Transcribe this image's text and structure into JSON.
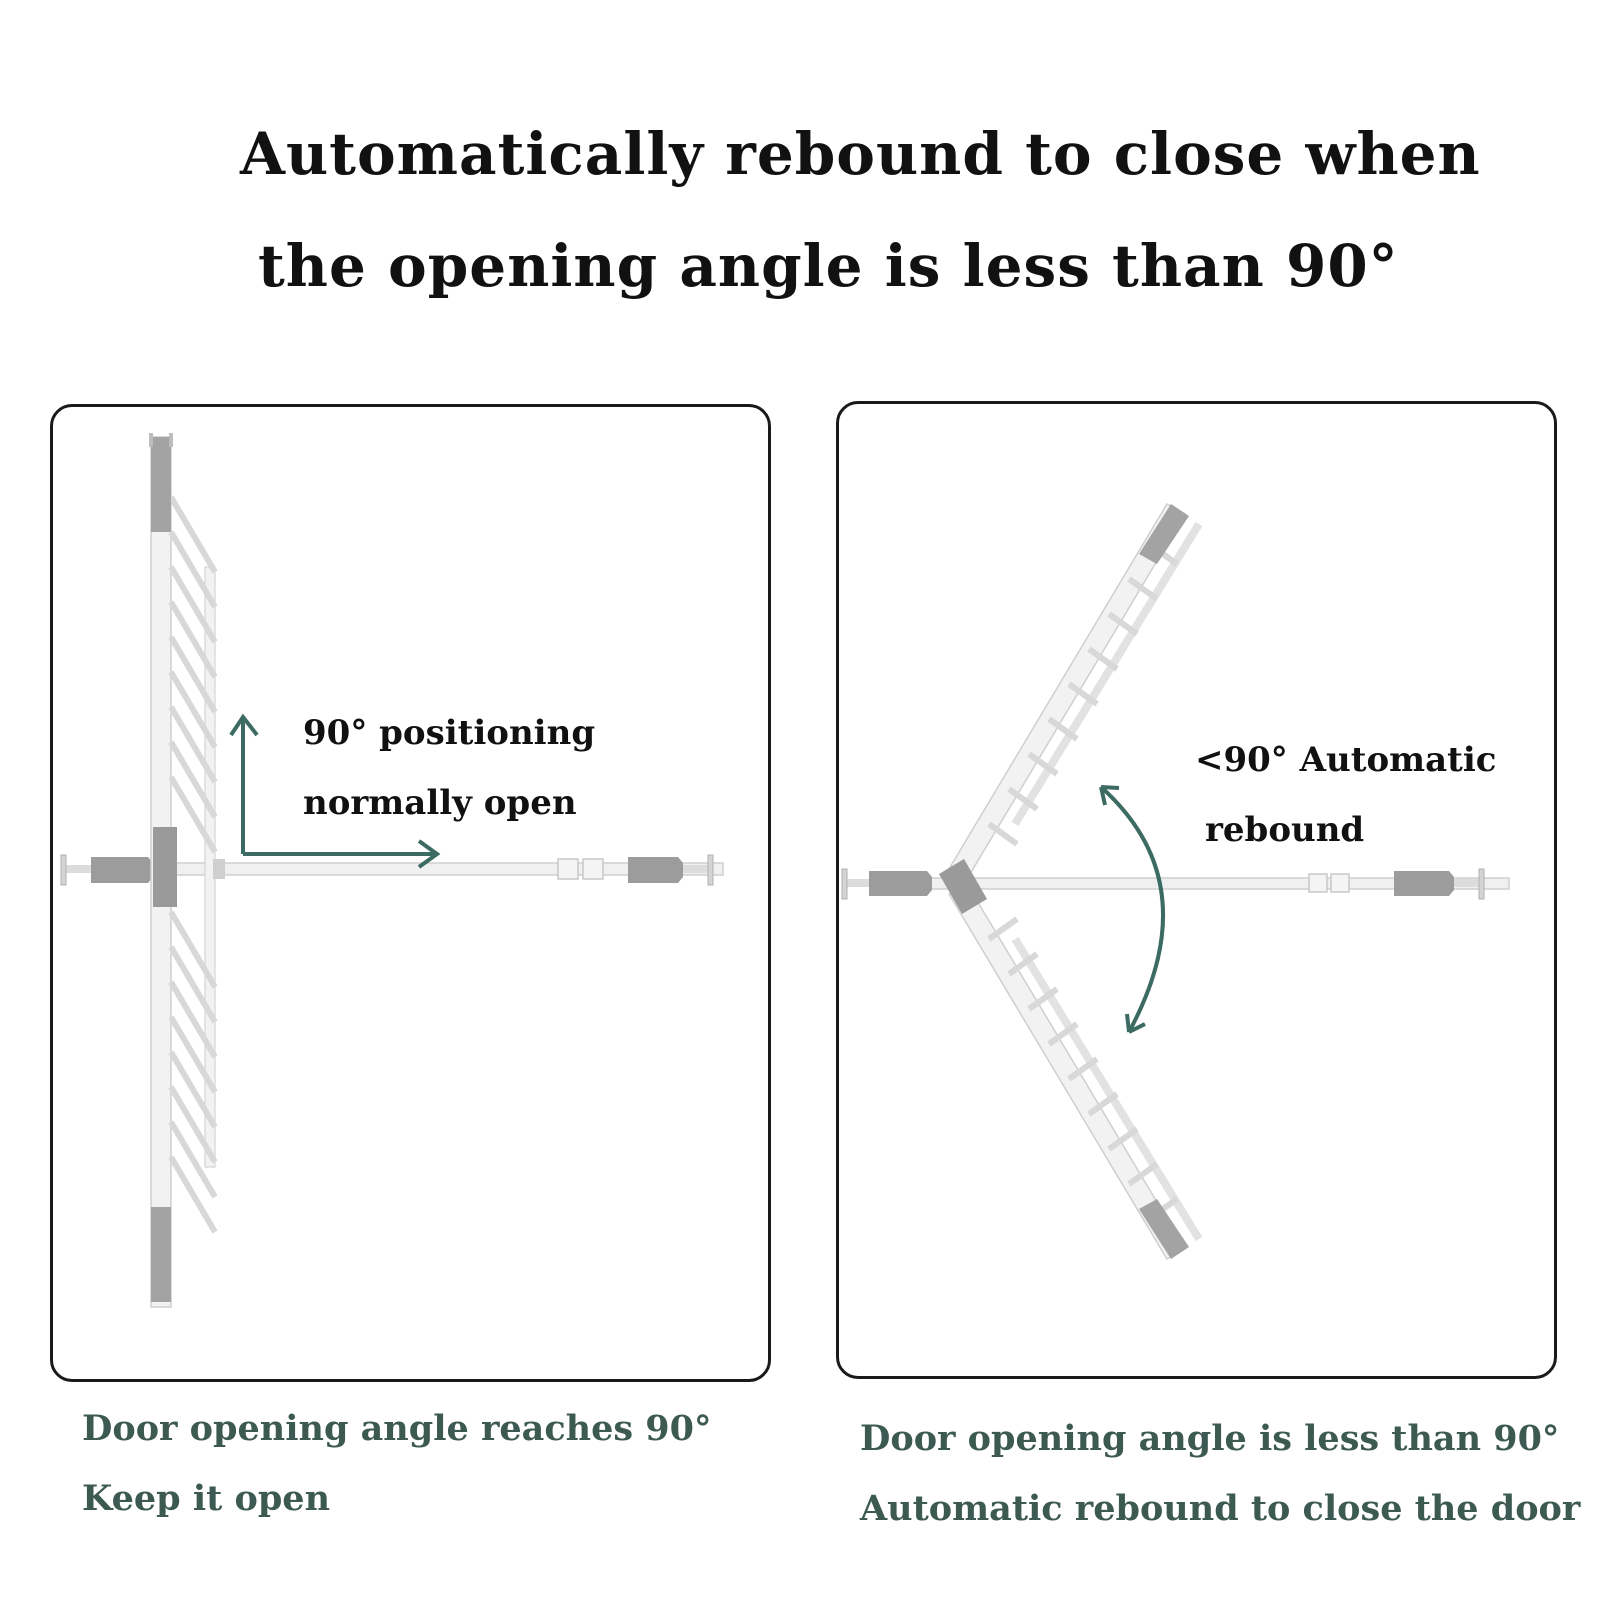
{
  "title": {
    "line1": "Automatically rebound to close when",
    "line2": "the opening angle is less than 90°"
  },
  "left_panel": {
    "label_line1": "90°  positioning",
    "label_line2": "normally open",
    "caption_line1": "Door opening angle reaches 90°",
    "caption_line2": "Keep it open"
  },
  "right_panel": {
    "label_line1": "<90°  Automatic",
    "label_line2": "rebound",
    "caption_line1": "Door opening angle is less than 90°",
    "caption_line2": "Automatic rebound to close the door"
  },
  "colors": {
    "title": "#111111",
    "caption": "#3d5a52",
    "arrow": "#3b6b62",
    "gate_frame": "#e6e6e6",
    "gate_part": "#9a9a9a"
  }
}
